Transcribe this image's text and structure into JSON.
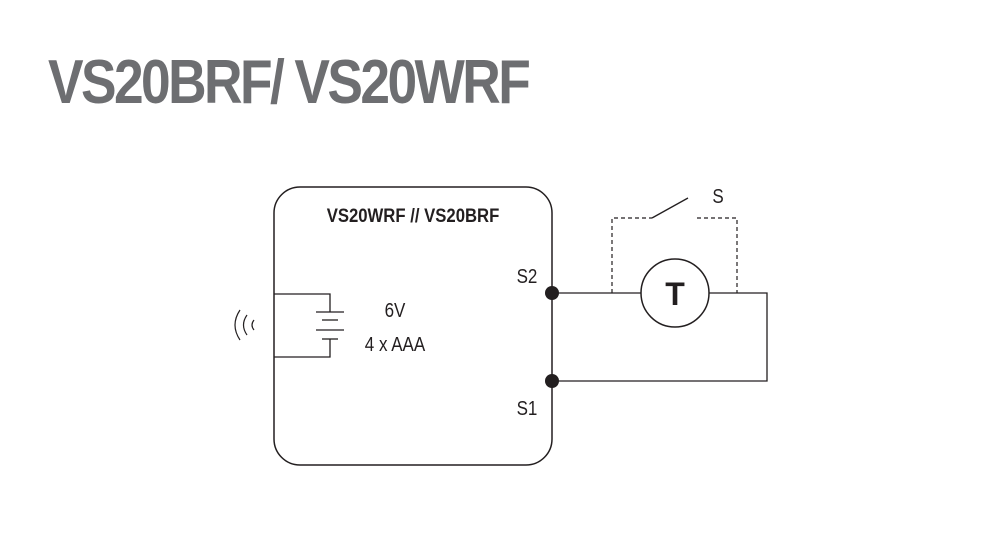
{
  "title": "VS20BRF/ VS20WRF",
  "device": {
    "label": "VS20WRF // VS20BRF",
    "battery_voltage": "6V",
    "battery_config": "4 x AAA"
  },
  "terminals": {
    "s1": "S1",
    "s2": "S2"
  },
  "switch_label": "S",
  "thermostat_label": "T",
  "colors": {
    "title": "#6d6e71",
    "lines": "#231f20"
  },
  "icons": {
    "wireless": "wireless-signal-icon",
    "battery": "battery-icon"
  }
}
